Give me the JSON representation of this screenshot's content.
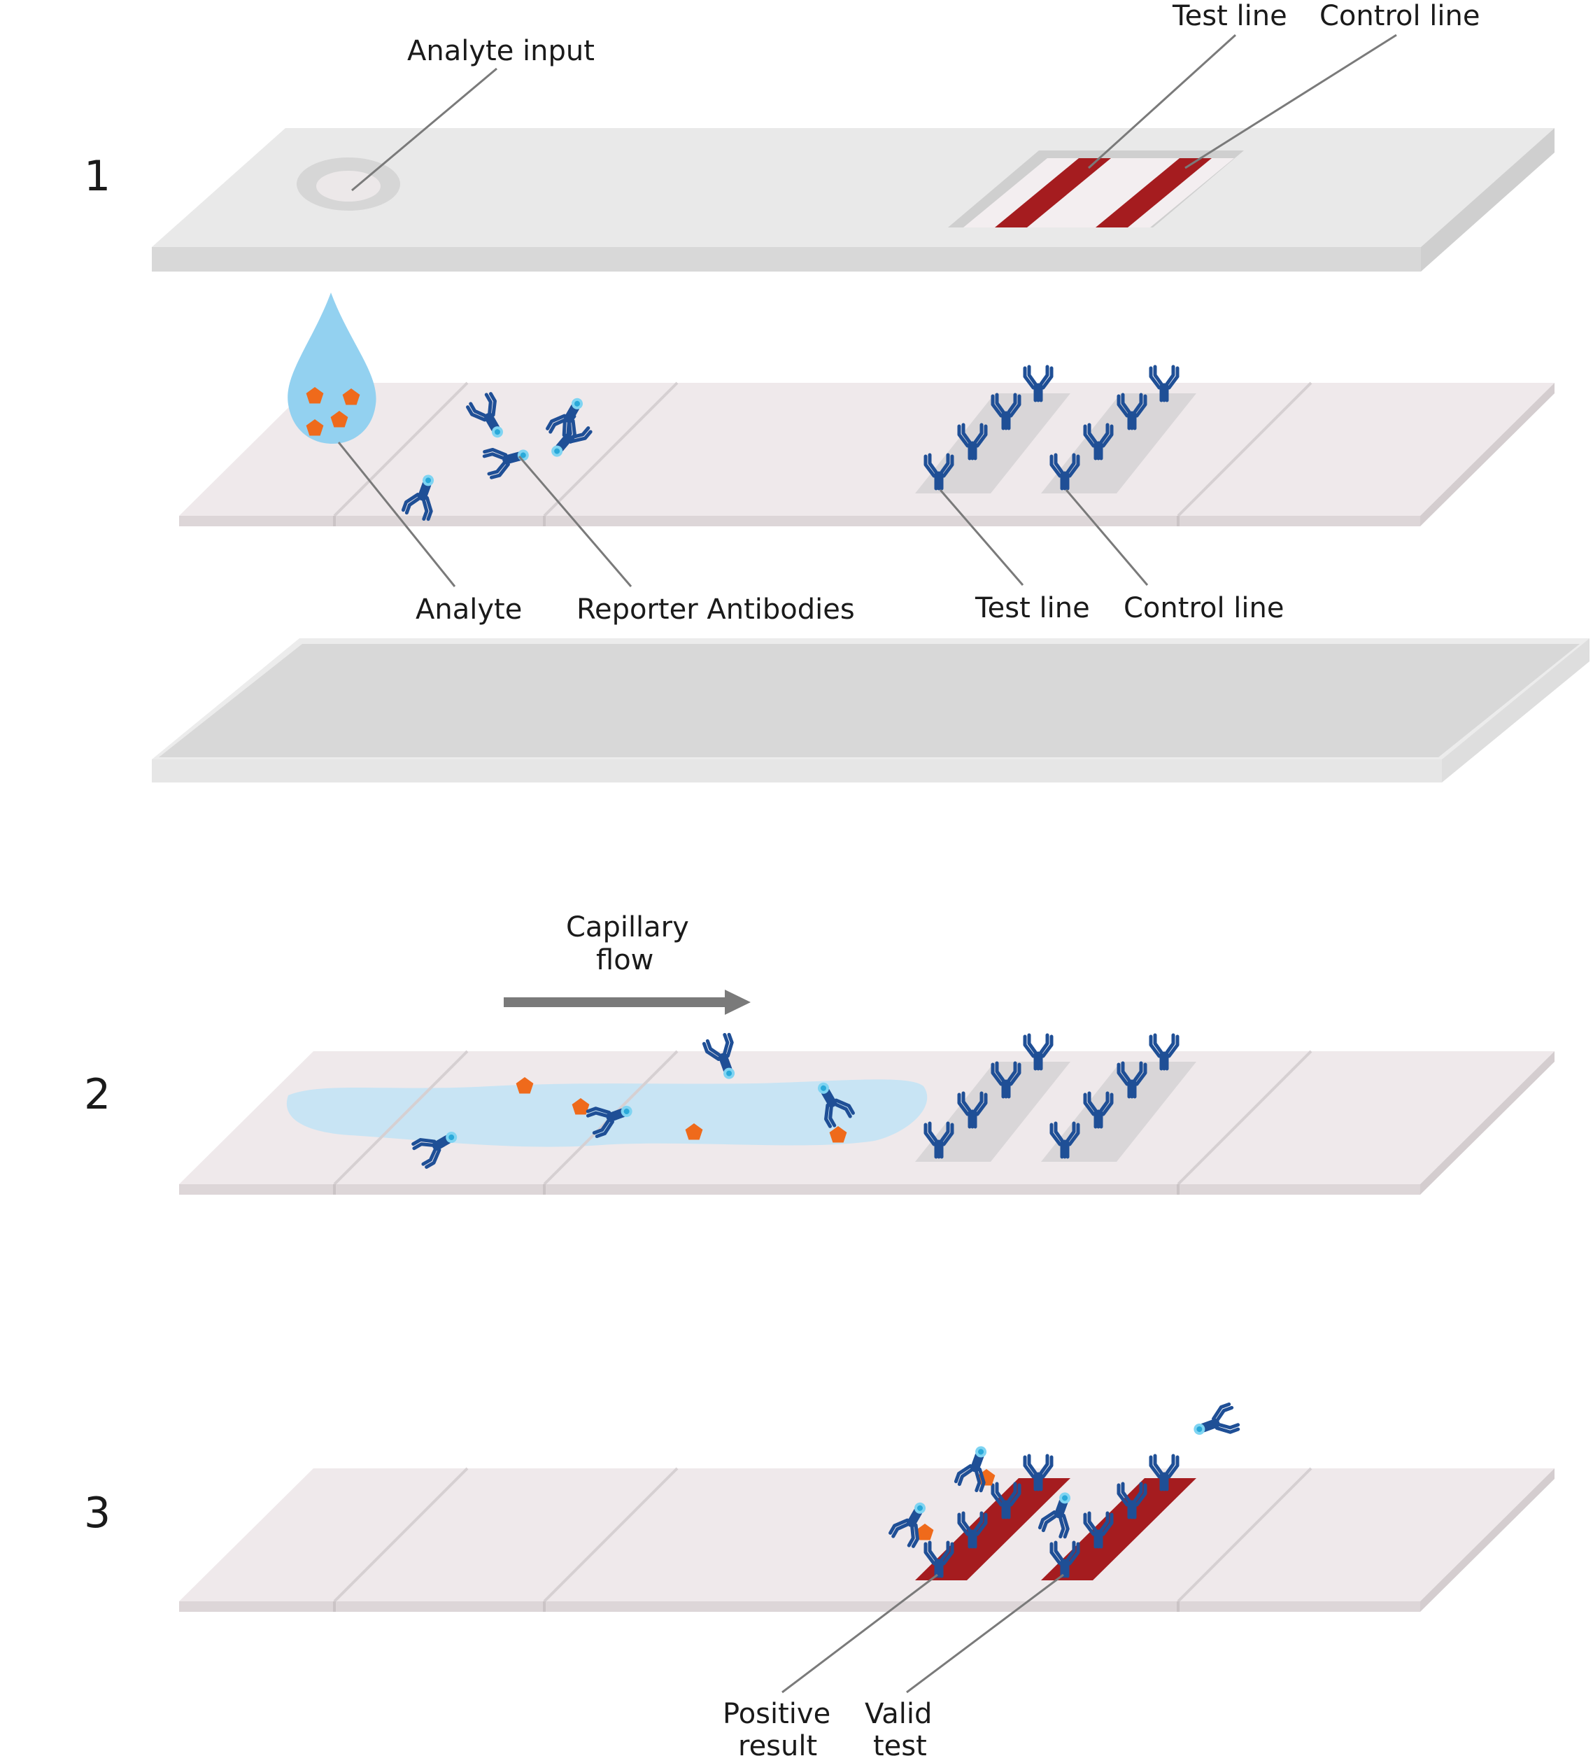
{
  "steps": [
    "1",
    "2",
    "3"
  ],
  "labels": {
    "analyte_input": "Analyte input",
    "test_line_top": "Test line",
    "control_line_top": "Control line",
    "analyte": "Analyte",
    "reporter_antibodies": "Reporter Antibodies",
    "test_line": "Test line",
    "control_line": "Control line",
    "capillary_flow": [
      "Capillary",
      "flow"
    ],
    "positive_result": [
      "Positive",
      "result"
    ],
    "valid_test": [
      "Valid",
      "test"
    ]
  },
  "colors": {
    "strip_top": "#efe9eb",
    "strip_edge": "#ddd6d8",
    "cassette": "#e8e8e8",
    "backing": "#d6d6d6",
    "line_red": "#a51c1f",
    "antibody": "#1f4f96",
    "antigen": "#ef6a1b",
    "liquid": "#c8e4f4",
    "drop": "#93d1f0",
    "arrow": "#7a7a7a"
  }
}
